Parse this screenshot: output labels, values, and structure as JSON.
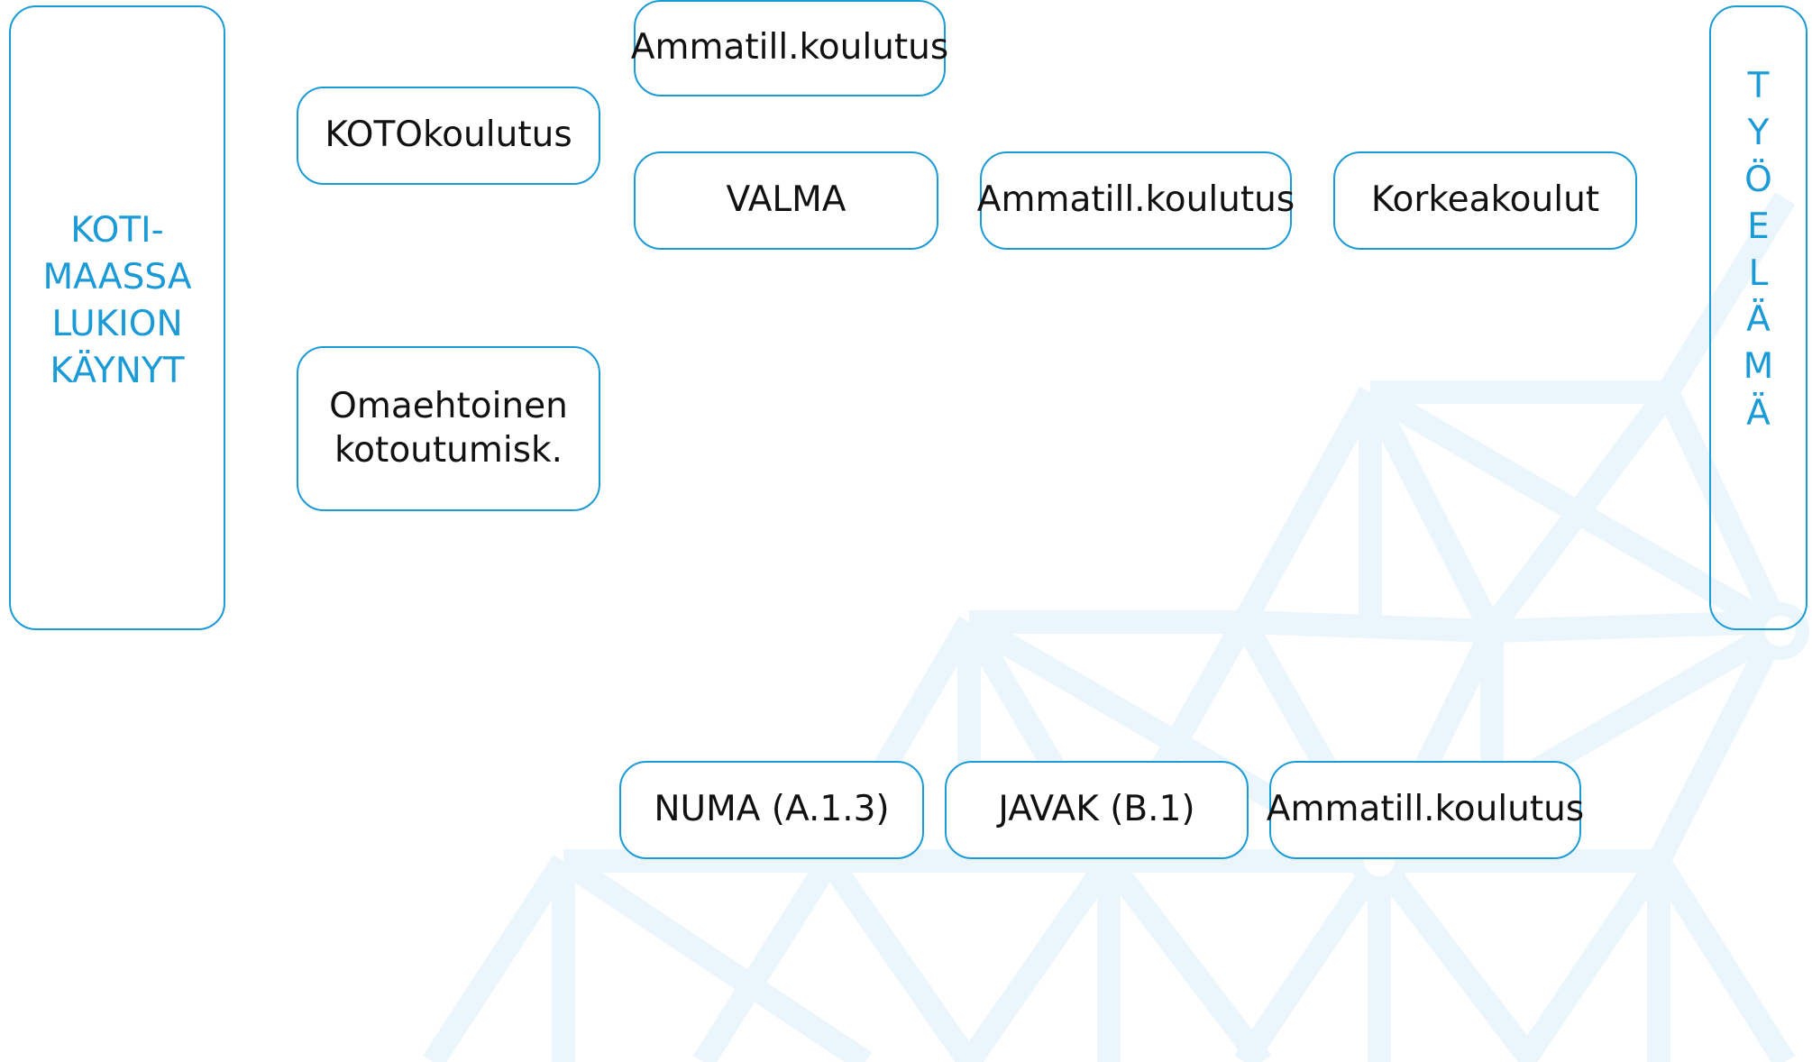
{
  "colors": {
    "accent": "#1a9bd7",
    "pattern": "#eaf6fc",
    "text": "#111111"
  },
  "start": {
    "label_lines": [
      "KOTI-",
      "MAASSA",
      "LUKION",
      "KÄYNYT"
    ]
  },
  "end": {
    "letters": [
      "T",
      "Y",
      "Ö",
      "E",
      "L",
      "Ä",
      "M",
      "Ä"
    ]
  },
  "nodes": {
    "kotokoulutus": "KOTOkoulutus",
    "omaehtoinen_line1": "Omaehtoinen",
    "omaehtoinen_line2": "kotoutumisk.",
    "ammatill_top": "Ammatill.koulutus",
    "valma": "VALMA",
    "ammatill_mid": "Ammatill.koulutus",
    "korkeakoulut": "Korkeakoulut",
    "numa": "NUMA (A.1.3)",
    "javak": "JAVAK (B.1)",
    "ammatill_bottom": "Ammatill.koulutus"
  }
}
